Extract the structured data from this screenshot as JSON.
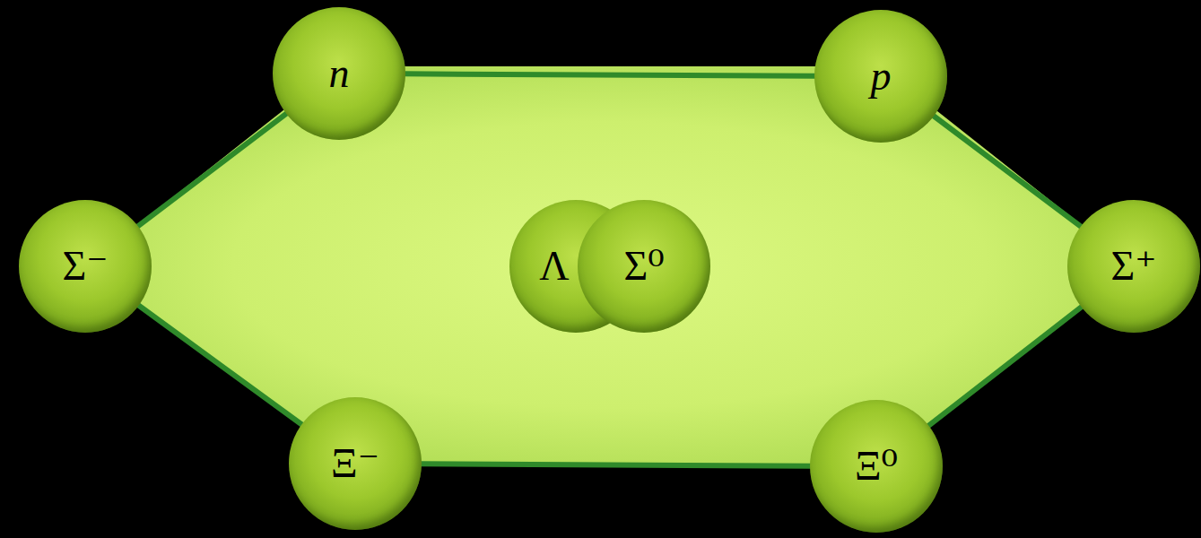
{
  "diagram": {
    "nodes": [
      {
        "text": [
          "n"
        ]
      },
      {
        "text": [
          "p"
        ]
      },
      {
        "text": [
          "Σ⁻"
        ]
      },
      {
        "text": [
          "Λ"
        ]
      },
      {
        "text": [
          "Σ⁰"
        ]
      },
      {
        "text": [
          "Σ⁺"
        ]
      },
      {
        "text": [
          "Ξ⁻"
        ]
      },
      {
        "text": [
          "Ξ⁰"
        ]
      }
    ],
    "edges": [
      {
        "from": 0,
        "to": 1,
        "arrow": "none"
      },
      {
        "from": 1,
        "to": 5,
        "arrow": "none"
      },
      {
        "from": 5,
        "to": 7,
        "arrow": "none"
      },
      {
        "from": 7,
        "to": 6,
        "arrow": "none"
      },
      {
        "from": 6,
        "to": 2,
        "arrow": "none"
      },
      {
        "from": 2,
        "to": 0,
        "arrow": "none"
      }
    ]
  }
}
